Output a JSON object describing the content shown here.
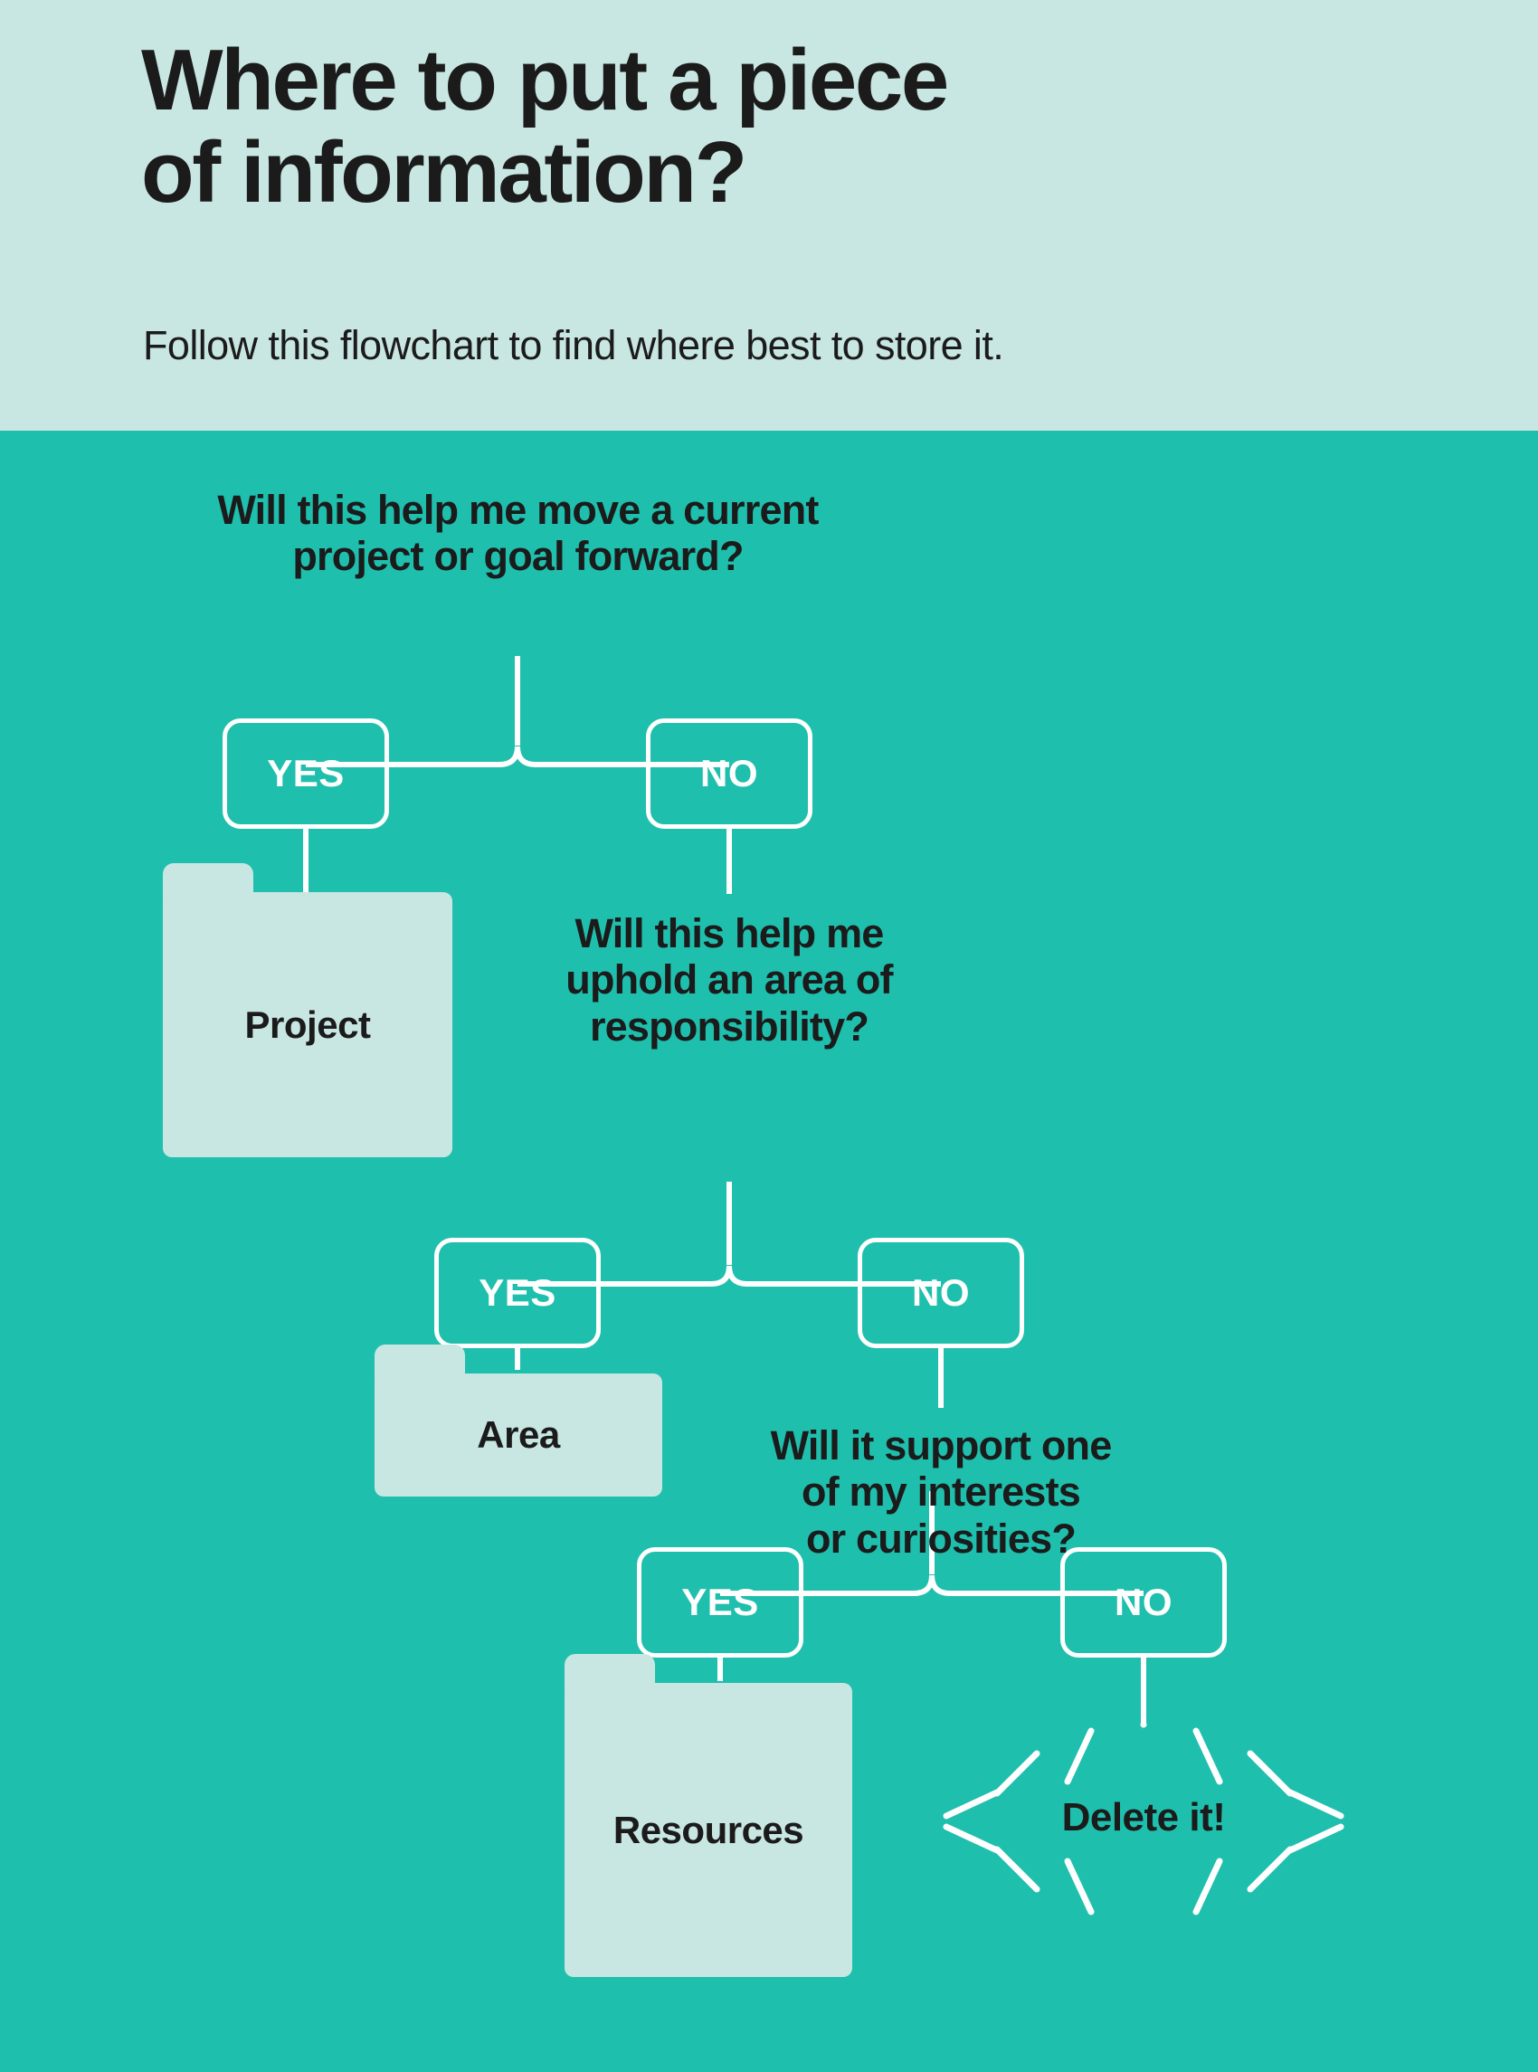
{
  "header": {
    "title": "Where to put a piece\nof information?",
    "subtitle": "Follow this flowchart to find where best to store it."
  },
  "colors": {
    "header_background": "#c9e7e2",
    "flow_background": "#1fbfad",
    "folder_fill": "#c9e7e2",
    "connector": "#ffffff",
    "text_dark": "#1b1b1b",
    "pill_text": "#ffffff"
  },
  "flow": {
    "questions": [
      {
        "id": "q1",
        "text": "Will this help me move a current\nproject or goal forward?"
      },
      {
        "id": "q2",
        "text": "Will this help me\nuphold an area of\nresponsibility?"
      },
      {
        "id": "q3",
        "text": "Will it support one\nof my interests\nor curiosities?"
      }
    ],
    "branches": [
      {
        "id": "b1",
        "yes_label": "YES",
        "no_label": "NO"
      },
      {
        "id": "b2",
        "yes_label": "YES",
        "no_label": "NO"
      },
      {
        "id": "b3",
        "yes_label": "YES",
        "no_label": "NO"
      }
    ],
    "outcomes": [
      {
        "id": "o1",
        "type": "folder",
        "label": "Project"
      },
      {
        "id": "o2",
        "type": "folder",
        "label": "Area"
      },
      {
        "id": "o3",
        "type": "folder",
        "label": "Resources"
      },
      {
        "id": "o4",
        "type": "burst",
        "label": "Delete it!"
      }
    ]
  }
}
